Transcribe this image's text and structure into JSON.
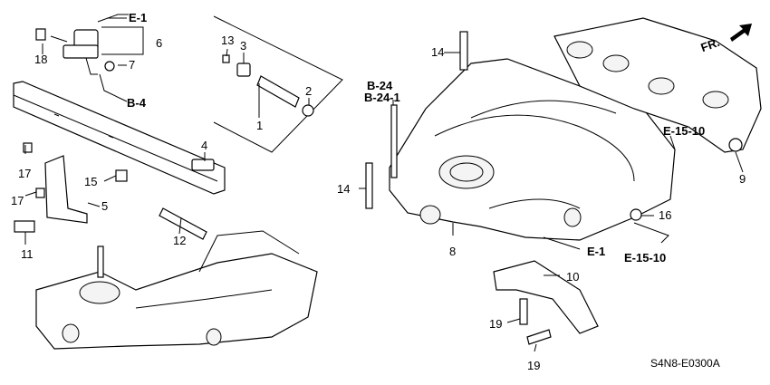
{
  "diagram": {
    "code": "S4N8-E0300A",
    "direction": "FR.",
    "refs": {
      "e1_top": "E-1",
      "b4": "B-4",
      "b24": "B-24",
      "b241": "B-24-1",
      "e1510_top": "E-15-10",
      "e1_right": "E-1",
      "e1510_bottom": "E-15-10"
    },
    "callouts": {
      "p1": "1",
      "p2": "2",
      "p3": "3",
      "p4": "4",
      "p5": "5",
      "p6": "6",
      "p7": "7",
      "p8": "8",
      "p9": "9",
      "p10": "10",
      "p11": "11",
      "p12": "12",
      "p13": "13",
      "p14a": "14",
      "p14b": "14",
      "p15": "15",
      "p16": "16",
      "p17a": "17",
      "p17b": "17",
      "p18": "18",
      "p19a": "19",
      "p19b": "19"
    }
  }
}
